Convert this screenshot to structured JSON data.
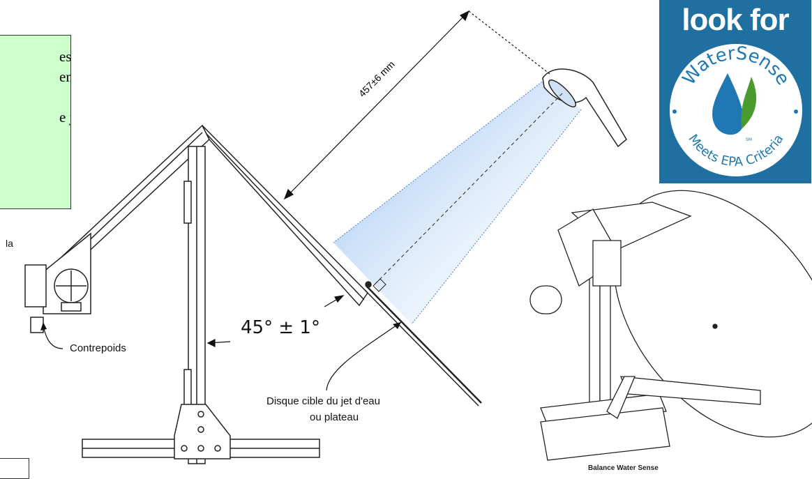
{
  "note": {
    "lines": [
      "est un",
      "ent",
      "",
      "e jet)"
    ]
  },
  "labels": {
    "fragment_left": "la",
    "distance": "457±6 mm",
    "angle": "45° ± 1°",
    "counterweight": "Contrepoids",
    "target_line1": "Disque cible du jet d'eau",
    "target_line2": "ou plateau",
    "balance_caption": "Balance Water Sense"
  },
  "logo": {
    "title": "look for",
    "arc_top": "WaterSense",
    "arc_bottom": "Meets EPA Criteria",
    "mark": "SM",
    "colors": {
      "background": "#1f6fa1",
      "ring": "#2a7db5",
      "drop_blue": "#1f78b4",
      "leaf_green": "#4a9a2e"
    }
  },
  "colors": {
    "note_bg": "#ccffcc",
    "spray": "#9cc6f2"
  }
}
